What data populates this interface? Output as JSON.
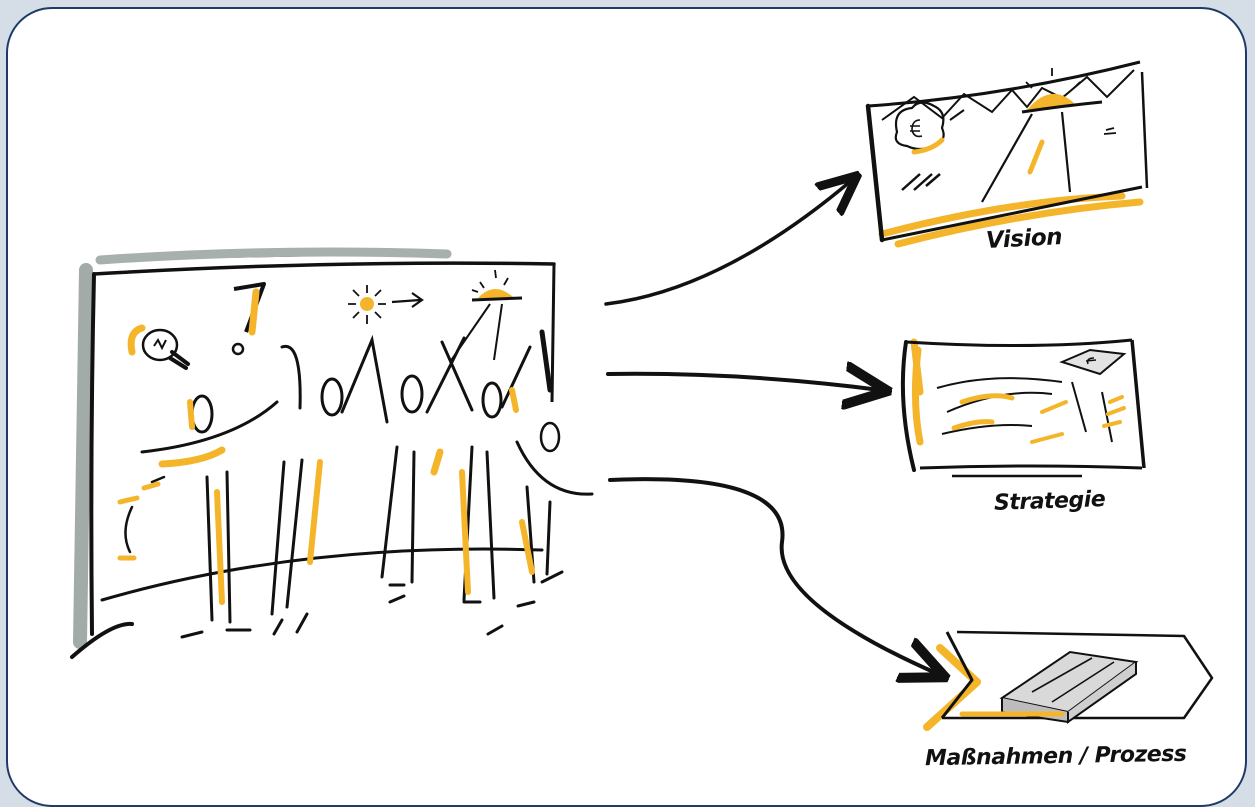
{
  "colors": {
    "frame": "#1f3a66",
    "background": "#d5dde6",
    "ink": "#111111",
    "accent": "#f5b52a",
    "shadow": "#9aa3a0"
  },
  "labels": {
    "vision": "Vision",
    "strategie": "Strategie",
    "massnahmen": "Maßnahmen / Prozess"
  },
  "icons": [
    "lightbulb-icon",
    "exclamation-icon",
    "sun-icon",
    "euro-icon"
  ]
}
